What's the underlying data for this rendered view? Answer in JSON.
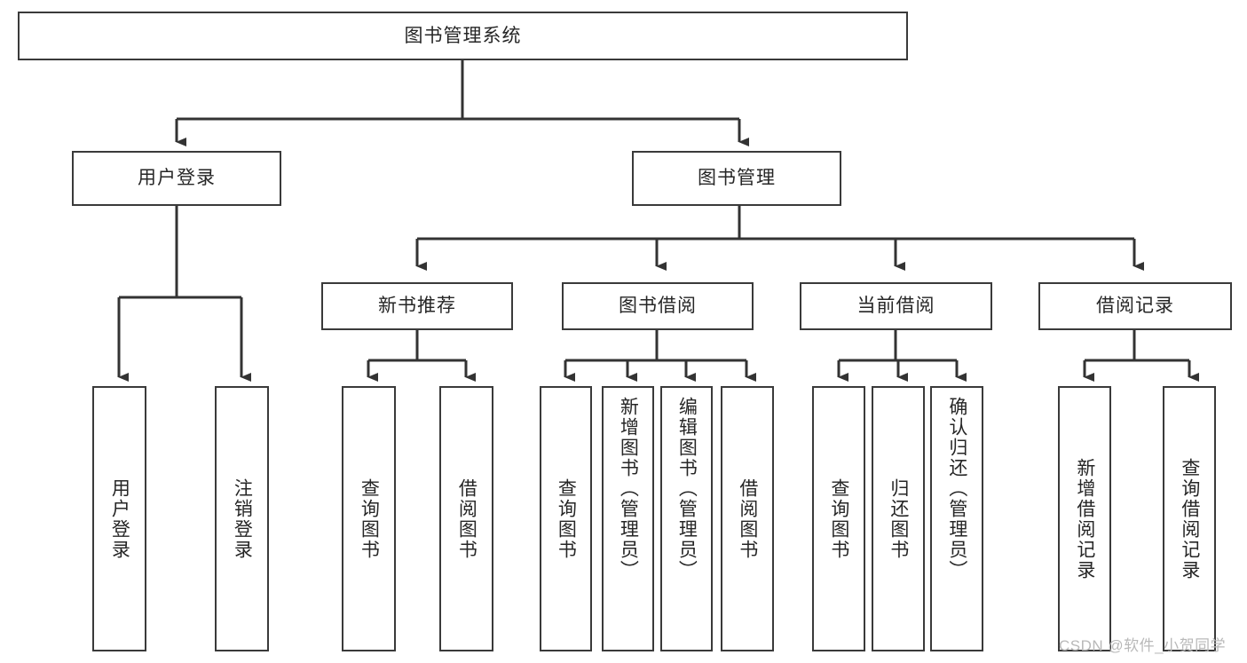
{
  "diagram": {
    "title": "图书管理系统",
    "type": "tree-hierarchy",
    "root": {
      "label": "图书管理系统"
    },
    "level1": [
      {
        "label": "用户登录"
      },
      {
        "label": "图书管理"
      }
    ],
    "level2": [
      {
        "label": "新书推荐"
      },
      {
        "label": "图书借阅"
      },
      {
        "label": "当前借阅"
      },
      {
        "label": "借阅记录"
      }
    ],
    "leaves": {
      "user_login": [
        {
          "label": "用户登录"
        },
        {
          "label": "注销登录"
        }
      ],
      "new_book_recommend": [
        {
          "label": "查询图书"
        },
        {
          "label": "借阅图书"
        }
      ],
      "book_borrow": [
        {
          "label": "查询图书"
        },
        {
          "label": "新增图书（管理员）"
        },
        {
          "label": "编辑图书（管理员）"
        },
        {
          "label": "借阅图书"
        }
      ],
      "current_borrow": [
        {
          "label": "查询图书"
        },
        {
          "label": "归还图书"
        },
        {
          "label": "确认归还（管理员）"
        }
      ],
      "borrow_records": [
        {
          "label": "新增借阅记录"
        },
        {
          "label": "查询借阅记录"
        }
      ]
    }
  },
  "watermark": {
    "text": "CSDN @软件_小贺同学"
  },
  "colors": {
    "box_border": "#3a3a3a",
    "text": "#262626",
    "background": "#ffffff",
    "line": "#333333",
    "watermark": "#b9b9b9"
  }
}
